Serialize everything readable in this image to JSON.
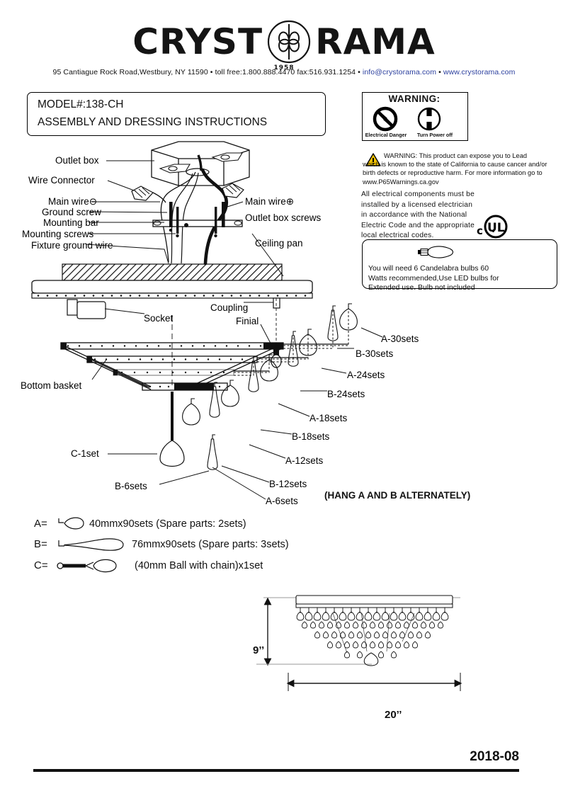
{
  "header": {
    "logo_left": "CRYST",
    "logo_right": "RAMA",
    "logo_year": "1958",
    "logo_mark_icon": "flower-emblem-icon",
    "address_plain_1": "95 Cantiague Rock Road,Westbury, NY 11590 • toll free:1.800.888.4470 fax:516.931.1254 • ",
    "address_email": "info@crystorama.com",
    "address_sep": " • ",
    "address_web": "www.crystorama.com"
  },
  "model_box": {
    "model": "MODEL#:138-CH",
    "subtitle": "ASSEMBLY AND  DRESSING INSTRUCTIONS"
  },
  "warning_box": {
    "title": "WARNING:",
    "danger_label": "Electrical Danger",
    "power_label": "Turn Power off",
    "danger_icon": "no-electricity-icon",
    "power_icon": "power-off-icon"
  },
  "prop65": {
    "warning_icon": "warning-triangle-icon",
    "line1": "WARNING: This product can expose you to Lead",
    "line2": "which is known to the state of California to cause cancer",
    "line3": "and/or birth defects or reproductive harm. For more",
    "line4": "information go to www.P65Warnings.ca.gov"
  },
  "electrical_note": {
    "line1": "All electrical components must be",
    "line2": "installed by a licensed electrician",
    "line3": "in accordance with the National",
    "line4": "Electric Code and the appropriate",
    "line5": "local electrical codes.",
    "certification_icon": "cul-listed-icon",
    "certification_prefix": "c",
    "certification_mark": "UL"
  },
  "bulb_box": {
    "bulb_icon": "candelabra-bulb-icon",
    "line1": "You will need 6 Candelabra bulbs 60",
    "line2": "Watts recommended,Use LED bulbs for",
    "line3": "Extended use. Bulb not included"
  },
  "diagram_labels": {
    "outlet_box": "Outlet box",
    "wire_connector": "Wire Connector",
    "main_wire_neg": "Main wire",
    "main_wire_neg_sym": "⊖",
    "ground_screw": "Ground screw",
    "mounting_bar": "Mounting bar",
    "mounting_screws": "Mounting  screws",
    "fixture_ground_wire": "Fixture ground wire",
    "main_wire_pos": "Main wire",
    "main_wire_pos_sym": "⊕",
    "outlet_box_screws": "Outlet box screws",
    "ceiling_pan": "Ceiling pan",
    "socket": "Socket",
    "coupling": "Coupling",
    "finial": "Finial",
    "bottom_basket": "Bottom basket"
  },
  "crystal_sets": {
    "a30": "A-30sets",
    "b30": "B-30sets",
    "a24": "A-24sets",
    "b24": "B-24sets",
    "a18": "A-18sets",
    "b18": "B-18sets",
    "a12": "A-12sets",
    "b12": "B-12sets",
    "a6": "A-6sets",
    "b6": "B-6sets",
    "c1": "C-1set",
    "hang_note": "(HANG A AND  B ALTERNATELY)"
  },
  "legend": {
    "a_letter": "A=",
    "a_icon": "crystal-drop-a-icon",
    "a_text": "40mmx90sets (Spare parts: 2sets)",
    "b_letter": "B=",
    "b_icon": "crystal-drop-b-icon",
    "b_text": "76mmx90sets (Spare parts: 3sets)",
    "c_letter": "C=",
    "c_icon": "crystal-ball-chain-icon",
    "c_text": "(40mm Ball with chain)x1set"
  },
  "dimensions": {
    "height": "9’’",
    "width": "20’’"
  },
  "footer": {
    "date": "2018-08"
  }
}
